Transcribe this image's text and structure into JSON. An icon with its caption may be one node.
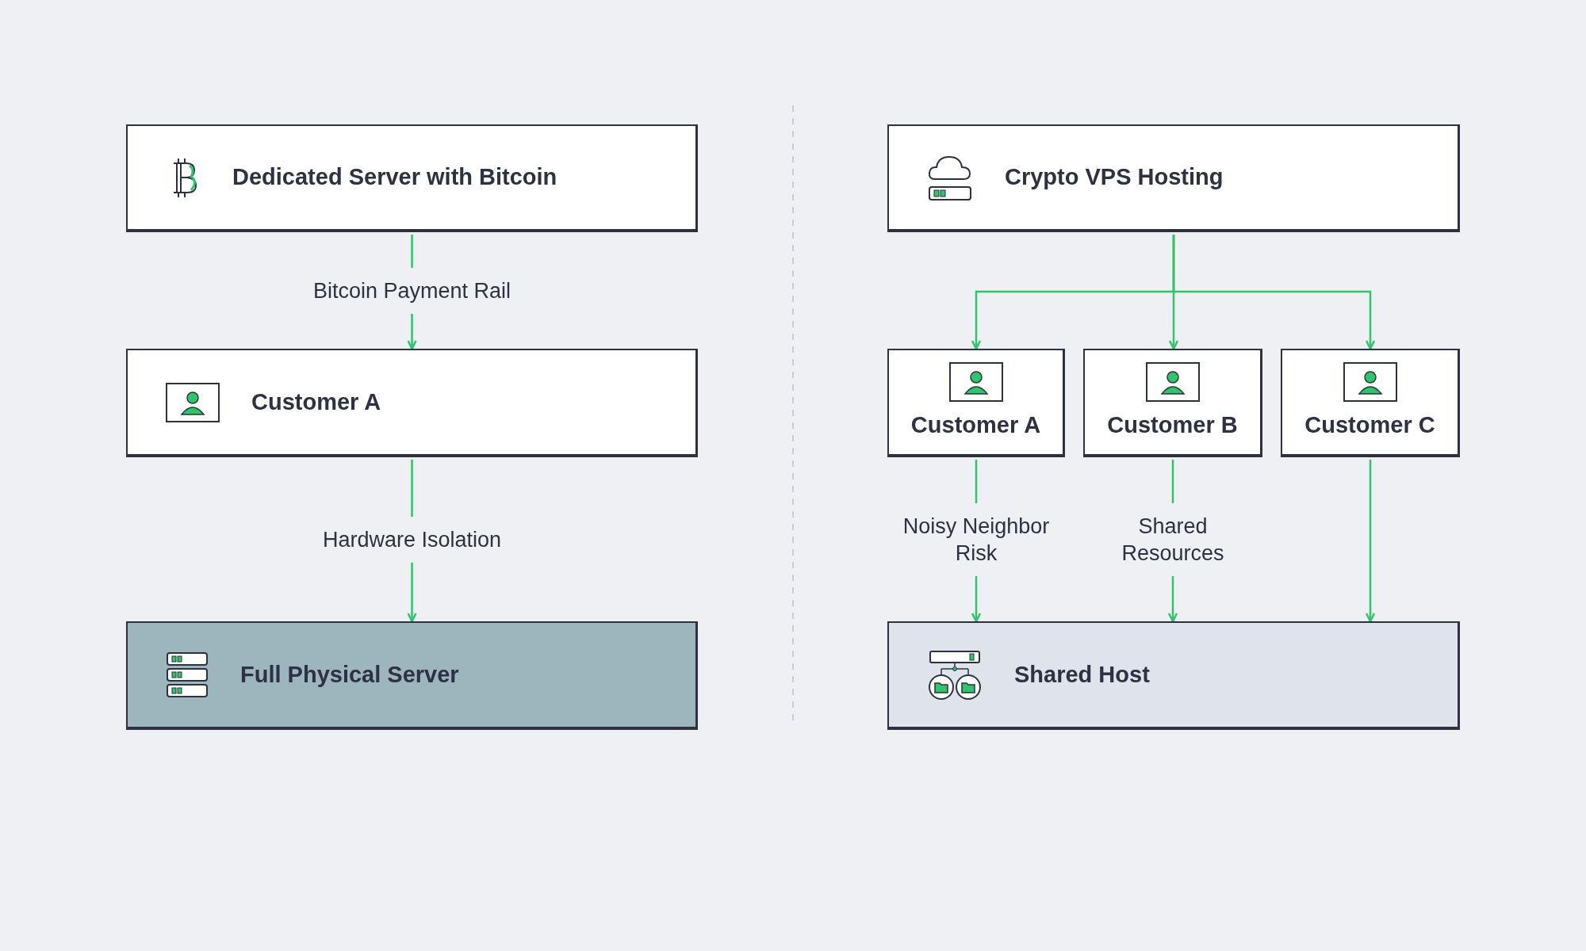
{
  "diagram": {
    "nodes": [
      {
        "text": [
          "Dedicated Server with Bitcoin"
        ]
      },
      {
        "text": [
          "Customer A"
        ]
      },
      {
        "text": [
          "Full Physical Server"
        ]
      },
      {
        "text": [
          "Crypto VPS Hosting"
        ]
      },
      {
        "text": [
          "Customer A"
        ]
      },
      {
        "text": [
          "Customer B"
        ]
      },
      {
        "text": [
          "Customer C"
        ]
      },
      {
        "text": [
          "Shared Host"
        ]
      }
    ],
    "edges": [
      {
        "from": 0,
        "to": 1,
        "arrow": "to",
        "label": "Bitcoin Payment Rail"
      },
      {
        "from": 1,
        "to": 2,
        "arrow": "to",
        "label": "Hardware Isolation"
      },
      {
        "from": 3,
        "to": 4,
        "arrow": "to"
      },
      {
        "from": 3,
        "to": 5,
        "arrow": "to"
      },
      {
        "from": 3,
        "to": 6,
        "arrow": "to"
      },
      {
        "from": 4,
        "to": 7,
        "arrow": "to",
        "label": "Noisy Neighbor Risk"
      },
      {
        "from": 5,
        "to": 7,
        "arrow": "to",
        "label": "Shared Resources"
      },
      {
        "from": 6,
        "to": 7,
        "arrow": "to"
      }
    ]
  }
}
